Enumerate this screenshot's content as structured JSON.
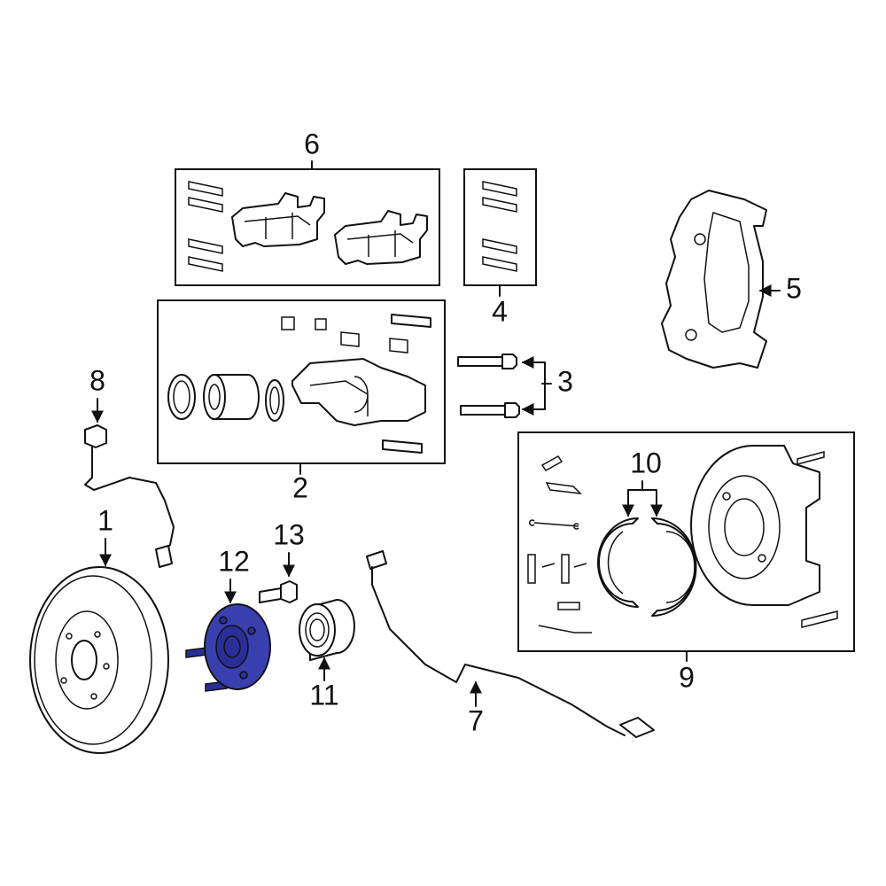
{
  "callouts": [
    {
      "id": "1",
      "text": "1"
    },
    {
      "id": "2",
      "text": "2"
    },
    {
      "id": "3",
      "text": "3"
    },
    {
      "id": "4",
      "text": "4"
    },
    {
      "id": "5",
      "text": "5"
    },
    {
      "id": "6",
      "text": "6"
    },
    {
      "id": "7",
      "text": "7"
    },
    {
      "id": "8",
      "text": "8"
    },
    {
      "id": "9",
      "text": "9"
    },
    {
      "id": "10",
      "text": "10"
    },
    {
      "id": "11",
      "text": "11"
    },
    {
      "id": "12",
      "text": "12"
    },
    {
      "id": "13",
      "text": "13"
    }
  ],
  "colors": {
    "line": "#111111",
    "highlight": "#3a3fb0",
    "background": "#ffffff"
  },
  "highlighted_part": "12"
}
